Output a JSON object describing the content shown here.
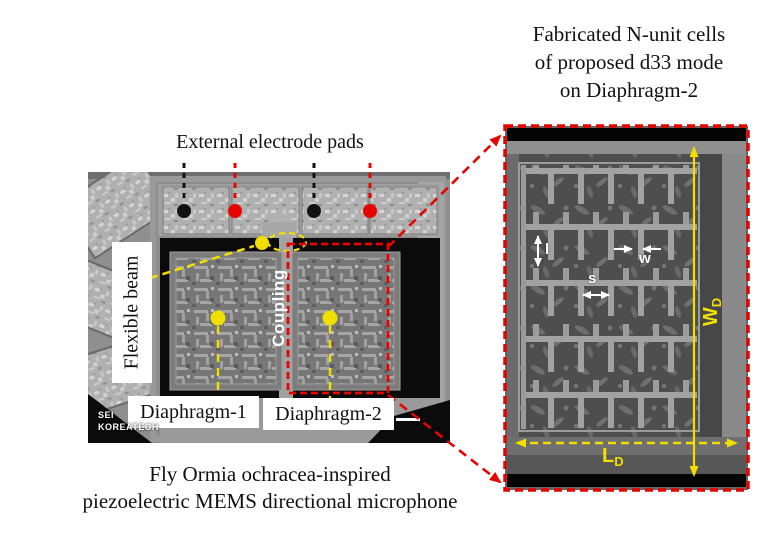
{
  "colors": {
    "accent_red": "#e60400",
    "accent_yellow": "#f2df00",
    "label_text": "#111111"
  },
  "left_panel": {
    "electrode_pads_label": "External electrode pads",
    "flexible_beam_label": "Flexible beam",
    "coupling_label": "Coupling",
    "diaphragm_1_label": "Diaphragm-1",
    "diaphragm_2_label": "Diaphragm-2",
    "sem_watermark_line_1": "SEI",
    "sem_watermark_line_2": "KOREATECH",
    "caption_line_1": "Fly Ormia ochracea-inspired",
    "caption_line_2": "piezoelectric MEMS directional microphone"
  },
  "right_panel": {
    "title_line_1": "Fabricated N-unit cells",
    "title_line_2": "of proposed d33 mode",
    "title_line_3": "on Diaphragm-2",
    "dims": {
      "finger_length": "l",
      "finger_width": "w",
      "finger_spacing": "s",
      "diaphragm_width_main": "W",
      "diaphragm_width_sub": "D",
      "diaphragm_length_main": "L",
      "diaphragm_length_sub": "D"
    }
  }
}
